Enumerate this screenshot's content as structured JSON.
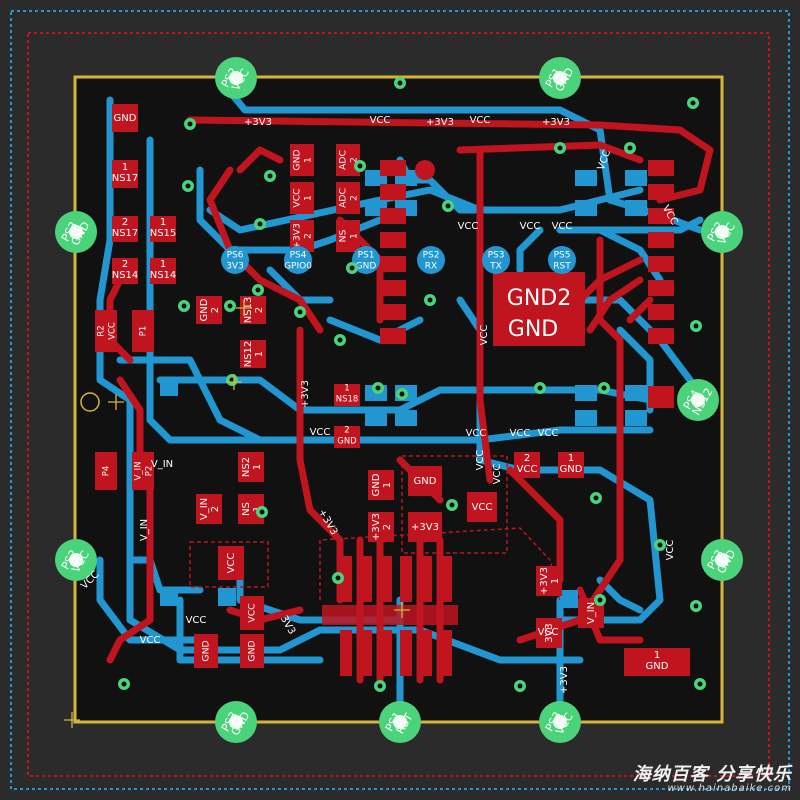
{
  "board": {
    "big_pad": {
      "line1": "GND2",
      "line2": "GND"
    },
    "pads": [
      {
        "id": "p-gnd-top",
        "n1": "GND",
        "n2": ""
      },
      {
        "id": "p-ns17a",
        "n1": "NS17",
        "n2": "1"
      },
      {
        "id": "p-ns17b",
        "n1": "NS17",
        "n2": "2"
      },
      {
        "id": "p-ns15",
        "n1": "NS15",
        "n2": "1"
      },
      {
        "id": "p-ns14a",
        "n1": "NS14",
        "n2": "2"
      },
      {
        "id": "p-ns14b",
        "n1": "NS14",
        "n2": "1"
      },
      {
        "id": "p-r2",
        "n1": "R2",
        "n2": "VCC"
      },
      {
        "id": "p-p1",
        "n1": "P1",
        "n2": ""
      },
      {
        "id": "p-adc-gnd",
        "n1": "GND",
        "n2": "1"
      },
      {
        "id": "p-adc",
        "n1": "ADC",
        "n2": "2"
      },
      {
        "id": "p-adc-vcc",
        "n1": "VCC",
        "n2": "1"
      },
      {
        "id": "p-adc2",
        "n1": "ADC",
        "n2": "2"
      },
      {
        "id": "p-3v3a",
        "n1": "+3V3",
        "n2": "2"
      },
      {
        "id": "p-ns-a",
        "n1": "NS",
        "n2": "1"
      },
      {
        "id": "p-ns13",
        "n1": "NS13",
        "n2": "2"
      },
      {
        "id": "p-gnd-mid",
        "n1": "GND",
        "n2": "2"
      },
      {
        "id": "p-ns12",
        "n1": "NS12",
        "n2": "1"
      },
      {
        "id": "p-ns18",
        "n1": "NS18",
        "n2": "1"
      },
      {
        "id": "p-gnd-c",
        "n1": "GND",
        "n2": "2"
      },
      {
        "id": "p-gnd-d",
        "n1": "GND",
        "n2": ""
      },
      {
        "id": "p-gnd-e",
        "n1": "GND",
        "n2": "1"
      },
      {
        "id": "p-3v3-e",
        "n1": "+3V3",
        "n2": "2"
      },
      {
        "id": "p-3v3-f",
        "n1": "+3V3",
        "n2": ""
      },
      {
        "id": "p-vcc-g",
        "n1": "VCC",
        "n2": "2"
      },
      {
        "id": "p-gnd-g",
        "n1": "GND",
        "n2": "1"
      },
      {
        "id": "p-vcc-h",
        "n1": "VCC",
        "n2": ""
      },
      {
        "id": "p-p4",
        "n1": "P4",
        "n2": ""
      },
      {
        "id": "p-vin",
        "n1": "V_IN",
        "n2": "P2"
      },
      {
        "id": "p-vin2",
        "n1": "V_IN",
        "n2": "2"
      },
      {
        "id": "p-ns2",
        "n1": "NS2",
        "n2": "1"
      },
      {
        "id": "p-ns-b",
        "n1": "NS",
        "n2": "1"
      },
      {
        "id": "p-vcc-i",
        "n1": "VCC",
        "n2": ""
      },
      {
        "id": "p-gnd-j",
        "n1": "GND",
        "n2": ""
      },
      {
        "id": "p-vcc-j",
        "n1": "VCC",
        "n2": ""
      },
      {
        "id": "p-gnd-k",
        "n1": "GND",
        "n2": ""
      },
      {
        "id": "p-3v3-k",
        "n1": "+3V3",
        "n2": "1"
      },
      {
        "id": "p-3v3-l",
        "n1": "3V3",
        "n2": ""
      },
      {
        "id": "p-vin-l",
        "n1": "V_IN",
        "n2": ""
      },
      {
        "id": "p-gnd-br",
        "n1": "GND",
        "n2": "1"
      }
    ],
    "test_points": [
      {
        "id": "tp-vcc-top",
        "n1": "PS2",
        "n2": "VCC"
      },
      {
        "id": "tp-gnd-top",
        "n1": "PS1",
        "n2": "GND"
      },
      {
        "id": "tp-gnd-left",
        "n1": "PS3",
        "n2": "GND"
      },
      {
        "id": "tp-vcc-right",
        "n1": "PS2",
        "n2": "VCC"
      },
      {
        "id": "tp-ns12",
        "n1": "PS4",
        "n2": "NS12"
      },
      {
        "id": "tp-vcc-left",
        "n1": "PS2",
        "n2": "VCC"
      },
      {
        "id": "tp-gnd-right",
        "n1": "PS3",
        "n2": "GND"
      },
      {
        "id": "tp-gnd-bl",
        "n1": "PS3",
        "n2": "GND"
      },
      {
        "id": "tp-rst",
        "n1": "PS1",
        "n2": "RST"
      },
      {
        "id": "tp-vcc-br",
        "n1": "PS3",
        "n2": "VCC"
      }
    ],
    "header_pins": [
      {
        "id": "h-3v3",
        "n1": "PS6",
        "n2": "3V3"
      },
      {
        "id": "h-gpio",
        "n1": "PS4",
        "n2": "GPIO0"
      },
      {
        "id": "h-gnd",
        "n1": "PS1",
        "n2": "GND"
      },
      {
        "id": "h-rx",
        "n1": "PS2",
        "n2": "RX"
      },
      {
        "id": "h-tx",
        "n1": "PS3",
        "n2": "TX"
      },
      {
        "id": "h-rst",
        "n1": "PS5",
        "n2": "RST"
      }
    ],
    "net_labels": [
      {
        "id": "nl-1",
        "text": "+3V3"
      },
      {
        "id": "nl-2",
        "text": "VCC"
      },
      {
        "id": "nl-3",
        "text": "+3V3"
      },
      {
        "id": "nl-4",
        "text": "VCC"
      },
      {
        "id": "nl-5",
        "text": "+3V3"
      },
      {
        "id": "nl-6",
        "text": "VCC"
      },
      {
        "id": "nl-7",
        "text": "VCC"
      },
      {
        "id": "nl-8",
        "text": "VCC"
      },
      {
        "id": "nl-9",
        "text": "VCC"
      },
      {
        "id": "nl-10",
        "text": "VCC"
      },
      {
        "id": "nl-11",
        "text": "VCC"
      },
      {
        "id": "nl-12",
        "text": "VCC"
      },
      {
        "id": "nl-13",
        "text": "VCC"
      },
      {
        "id": "nl-14",
        "text": "VCC"
      },
      {
        "id": "nl-15",
        "text": "VCC"
      },
      {
        "id": "nl-16",
        "text": "VCC"
      },
      {
        "id": "nl-17",
        "text": "+3V3"
      },
      {
        "id": "nl-18",
        "text": "+3V3"
      },
      {
        "id": "nl-19",
        "text": "VCC"
      },
      {
        "id": "nl-20",
        "text": "VCC"
      },
      {
        "id": "nl-21",
        "text": "VCC"
      },
      {
        "id": "nl-22",
        "text": "V_IN"
      },
      {
        "id": "nl-23",
        "text": "V_IN"
      },
      {
        "id": "nl-24",
        "text": "VCC"
      },
      {
        "id": "nl-25",
        "text": "VCC"
      },
      {
        "id": "nl-26",
        "text": "3V3"
      },
      {
        "id": "nl-27",
        "text": "VCC"
      },
      {
        "id": "nl-28",
        "text": "+3V3"
      }
    ],
    "colors": {
      "background": "#2b2b2b",
      "board_fill": "#111111",
      "board_outline": "#d6b53a",
      "top_copper": "#c0141e",
      "bottom_copper": "#2196d0",
      "pad_ring": "#4bd37b",
      "keepout_red": "#c0141e",
      "keepout_blue": "#2196d0",
      "text": "#ffffff"
    }
  },
  "watermark": {
    "chinese": "海纳百客 分享快乐",
    "url": "www.hainabaike.com"
  }
}
